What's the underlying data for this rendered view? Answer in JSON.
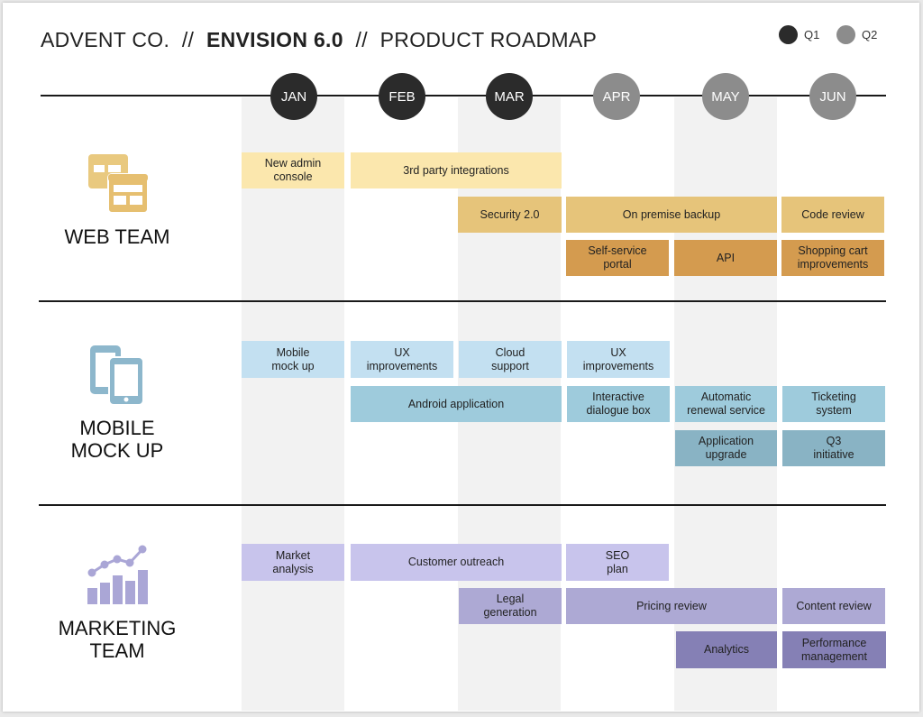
{
  "header": {
    "company": "ADVENT CO.",
    "sep1": "//",
    "product": "ENVISION 6.0",
    "sep2": "//",
    "subtitle": "PRODUCT ROADMAP"
  },
  "legend": [
    {
      "label": "Q1",
      "color": "#2b2b2b"
    },
    {
      "label": "Q2",
      "color": "#8c8c8c"
    }
  ],
  "months": [
    {
      "label": "JAN",
      "quarter": "Q1"
    },
    {
      "label": "FEB",
      "quarter": "Q1"
    },
    {
      "label": "MAR",
      "quarter": "Q1"
    },
    {
      "label": "APR",
      "quarter": "Q2"
    },
    {
      "label": "MAY",
      "quarter": "Q2"
    },
    {
      "label": "JUN",
      "quarter": "Q2"
    }
  ],
  "teams": [
    {
      "name": "WEB TEAM",
      "icon": "web-windows-icon",
      "tasks": [
        {
          "label": "New admin\nconsole",
          "color": "#fbe7ad"
        },
        {
          "label": "3rd party integrations",
          "color": "#fbe7ad"
        },
        {
          "label": "Security 2.0",
          "color": "#e6c47a"
        },
        {
          "label": "On premise backup",
          "color": "#e6c47a"
        },
        {
          "label": "Code review",
          "color": "#e6c47a"
        },
        {
          "label": "Self-service\nportal",
          "color": "#d49b4f"
        },
        {
          "label": "API",
          "color": "#d49b4f"
        },
        {
          "label": "Shopping cart\nimprovements",
          "color": "#d49b4f"
        }
      ]
    },
    {
      "name": "MOBILE\nMOCK UP",
      "icon": "mobile-devices-icon",
      "tasks": [
        {
          "label": "Mobile\nmock up",
          "color": "#c3e0f1"
        },
        {
          "label": "UX\nimprovements",
          "color": "#c3e0f1"
        },
        {
          "label": "Cloud\nsupport",
          "color": "#c3e0f1"
        },
        {
          "label": "UX\nimprovements",
          "color": "#c3e0f1"
        },
        {
          "label": "Android application",
          "color": "#9ecbdc"
        },
        {
          "label": "Interactive\ndialogue box",
          "color": "#9ecbdc"
        },
        {
          "label": "Automatic\nrenewal service",
          "color": "#9ecbdc"
        },
        {
          "label": "Ticketing\nsystem",
          "color": "#9ecbdc"
        },
        {
          "label": "Application\nupgrade",
          "color": "#89b3c4"
        },
        {
          "label": "Q3\ninitiative",
          "color": "#89b3c4"
        }
      ]
    },
    {
      "name": "MARKETING\nTEAM",
      "icon": "growth-chart-icon",
      "tasks": [
        {
          "label": "Market\nanalysis",
          "color": "#c8c4ec"
        },
        {
          "label": "Customer outreach",
          "color": "#c8c4ec"
        },
        {
          "label": "SEO\nplan",
          "color": "#c8c4ec"
        },
        {
          "label": "Legal\ngeneration",
          "color": "#ada9d4"
        },
        {
          "label": "Pricing review",
          "color": "#ada9d4"
        },
        {
          "label": "Content review",
          "color": "#ada9d4"
        },
        {
          "label": "Analytics",
          "color": "#8580b5"
        },
        {
          "label": "Performance\nmanagement",
          "color": "#8580b5"
        }
      ]
    }
  ]
}
